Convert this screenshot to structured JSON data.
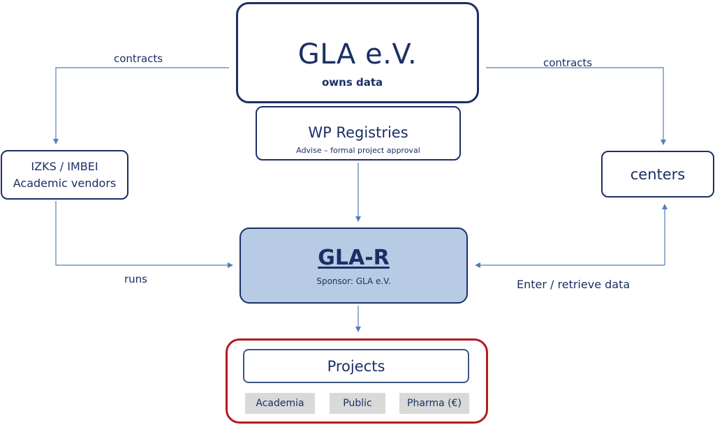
{
  "gla_ev": {
    "title": "GLA e.V.",
    "subtitle": "owns data"
  },
  "wp_registries": {
    "title": "WP Registries",
    "subtitle": "Advise – formal project approval"
  },
  "izks": {
    "line1": "IZKS / IMBEI",
    "line2": "Academic vendors"
  },
  "centers": {
    "title": "centers"
  },
  "gla_r": {
    "title": "GLA-R",
    "subtitle": "Sponsor: GLA e.V."
  },
  "projects": {
    "title": "Projects",
    "categories": [
      "Academia",
      "Public",
      "Pharma (€)"
    ]
  },
  "edge_labels": {
    "contracts_left": "contracts",
    "contracts_right": "contracts",
    "runs": "runs",
    "enter_retrieve": "Enter / retrieve data"
  },
  "colors": {
    "navy": "#1b2f66",
    "connector": "#4f7fb8",
    "gla_r_fill": "#b7cce4",
    "projects_border": "#b51a1f",
    "chip_fill": "#d9d9d9"
  }
}
